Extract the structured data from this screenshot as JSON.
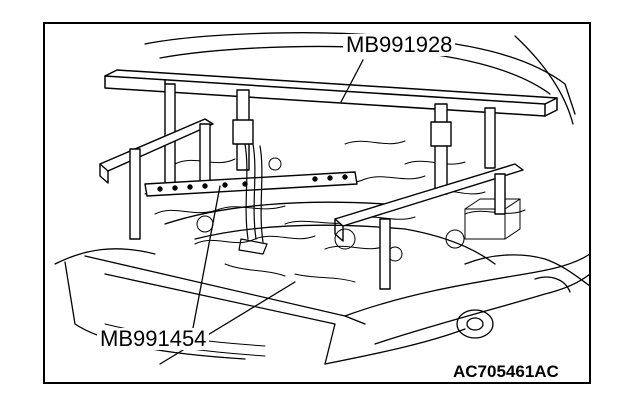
{
  "figure": {
    "callout_top": "MB991928",
    "callout_bottom": "MB991454",
    "figure_id": "AC705461AC"
  },
  "colors": {
    "line": "#000000",
    "background": "#ffffff"
  }
}
